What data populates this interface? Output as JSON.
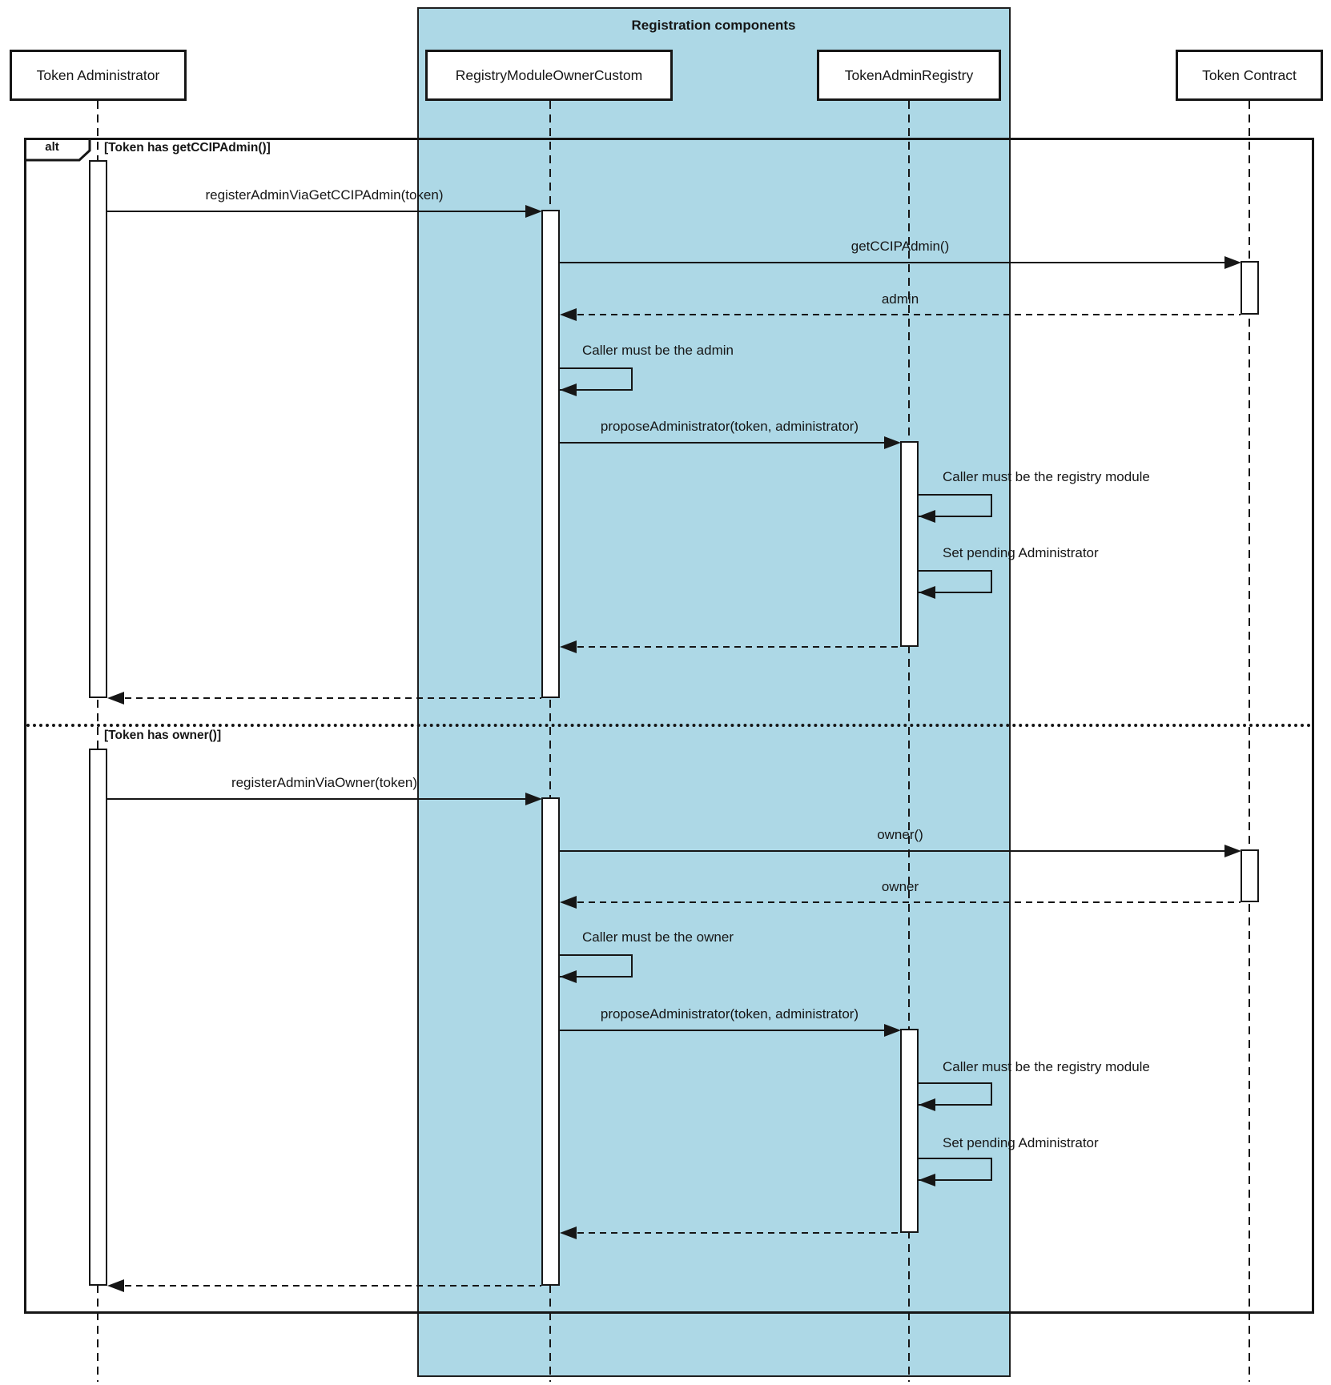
{
  "region": {
    "title": "Registration components",
    "highlight_color": "#ADD8E6"
  },
  "participants": [
    {
      "name": "Token Administrator"
    },
    {
      "name": "RegistryModuleOwnerCustom"
    },
    {
      "name": "TokenAdminRegistry"
    },
    {
      "name": "Token Contract"
    }
  ],
  "fragment": {
    "operator": "alt",
    "conditions": [
      "[Token has getCCIPAdmin()]",
      "[Token has owner()]"
    ]
  },
  "messages": {
    "m1": "registerAdminViaGetCCIPAdmin(token)",
    "m2": "getCCIPAdmin()",
    "m3": "admin",
    "m4": "Caller must be the admin",
    "m5": "proposeAdministrator(token, administrator)",
    "m6": "Caller must be the registry module",
    "m7": "Set pending Administrator",
    "m8": "registerAdminViaOwner(token)",
    "m9": "owner()",
    "m10": "owner",
    "m11": "Caller must be the owner"
  },
  "colors": {
    "line": "#161616",
    "highlight": "#ADD8E6",
    "background": "#FFFFFF"
  }
}
